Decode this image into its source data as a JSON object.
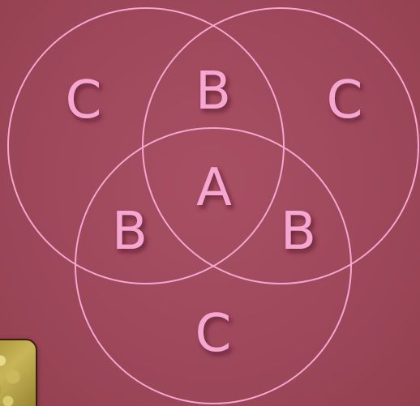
{
  "diagram": {
    "type": "venn",
    "line_color": "#f3a6cf",
    "label_color": "#f5a7d2",
    "background_color": "#a14a5e",
    "labels": {
      "center": "A",
      "top_overlap": "B",
      "left_overlap": "B",
      "right_overlap": "B",
      "top_left_only": "C",
      "top_right_only": "C",
      "bottom_only": "C"
    }
  }
}
